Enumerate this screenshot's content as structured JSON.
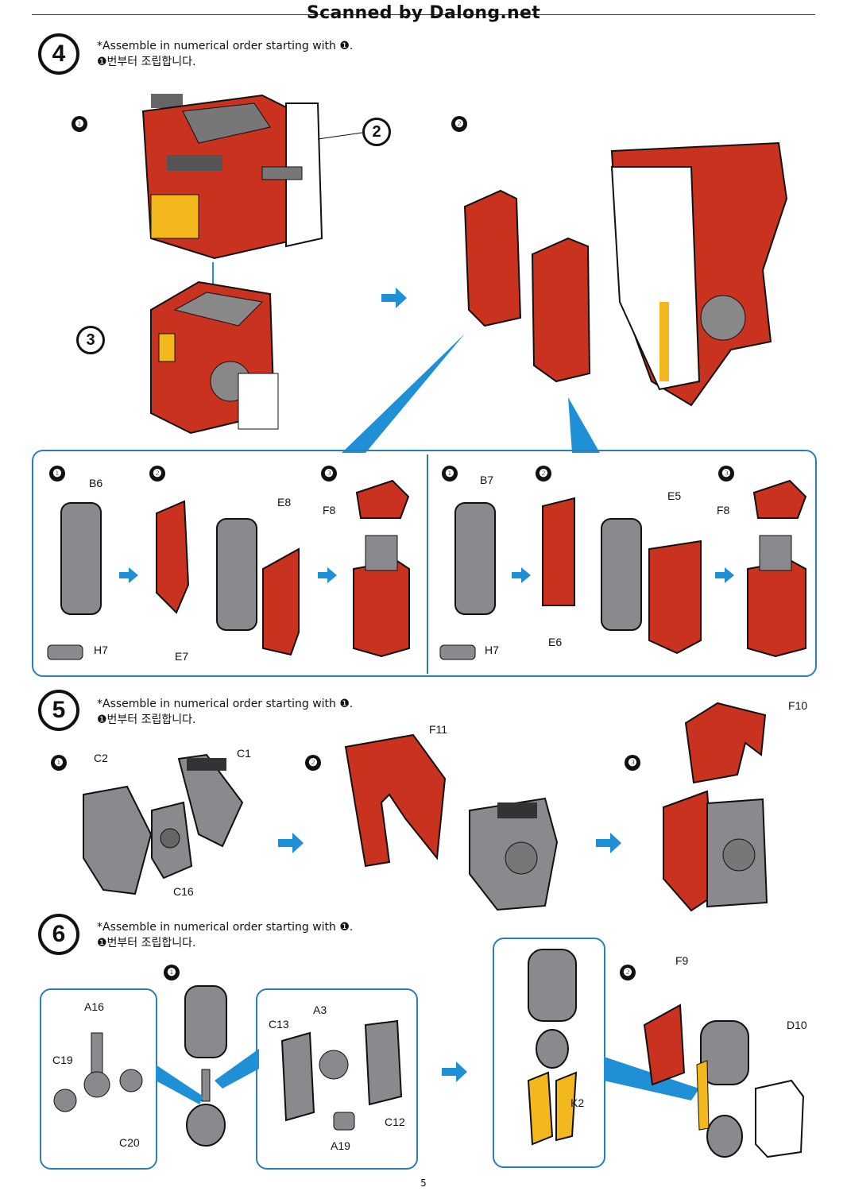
{
  "header": "Scanned by Dalong.net",
  "page_number": "5",
  "step_marks": {
    "s1": "❶",
    "s2": "❷",
    "s3": "❸"
  },
  "steps": [
    {
      "number": "4",
      "note_en": "*Assemble in numerical order starting with ❶.",
      "note_ko": "❶번부터 조립합니다."
    },
    {
      "number": "5",
      "note_en": "*Assemble in numerical order starting with ❶.",
      "note_ko": "❶번부터 조립합니다."
    },
    {
      "number": "6",
      "note_en": "*Assemble in numerical order starting with ❶.",
      "note_ko": "❶번부터 조립합니다."
    }
  ],
  "callouts": {
    "c2": "2",
    "c3": "3"
  },
  "part_labels": {
    "B6": "B6",
    "H7a": "H7",
    "E7": "E7",
    "E8": "E8",
    "F8a": "F8",
    "B7": "B7",
    "H7b": "H7",
    "E6": "E6",
    "E5": "E5",
    "F8b": "F8",
    "C2": "C2",
    "C1": "C1",
    "C16": "C16",
    "F11": "F11",
    "F10": "F10",
    "A16": "A16",
    "C19": "C19",
    "C20": "C20",
    "A3": "A3",
    "C13": "C13",
    "C12": "C12",
    "A19": "A19",
    "K2": "K2",
    "F9": "F9",
    "D10": "D10"
  },
  "colors": {
    "red": "#c8321e",
    "gray": "#8a8a8e",
    "yellow": "#f2b81e",
    "blue": "#1f8fd6",
    "panel": "#2a7fb8"
  }
}
